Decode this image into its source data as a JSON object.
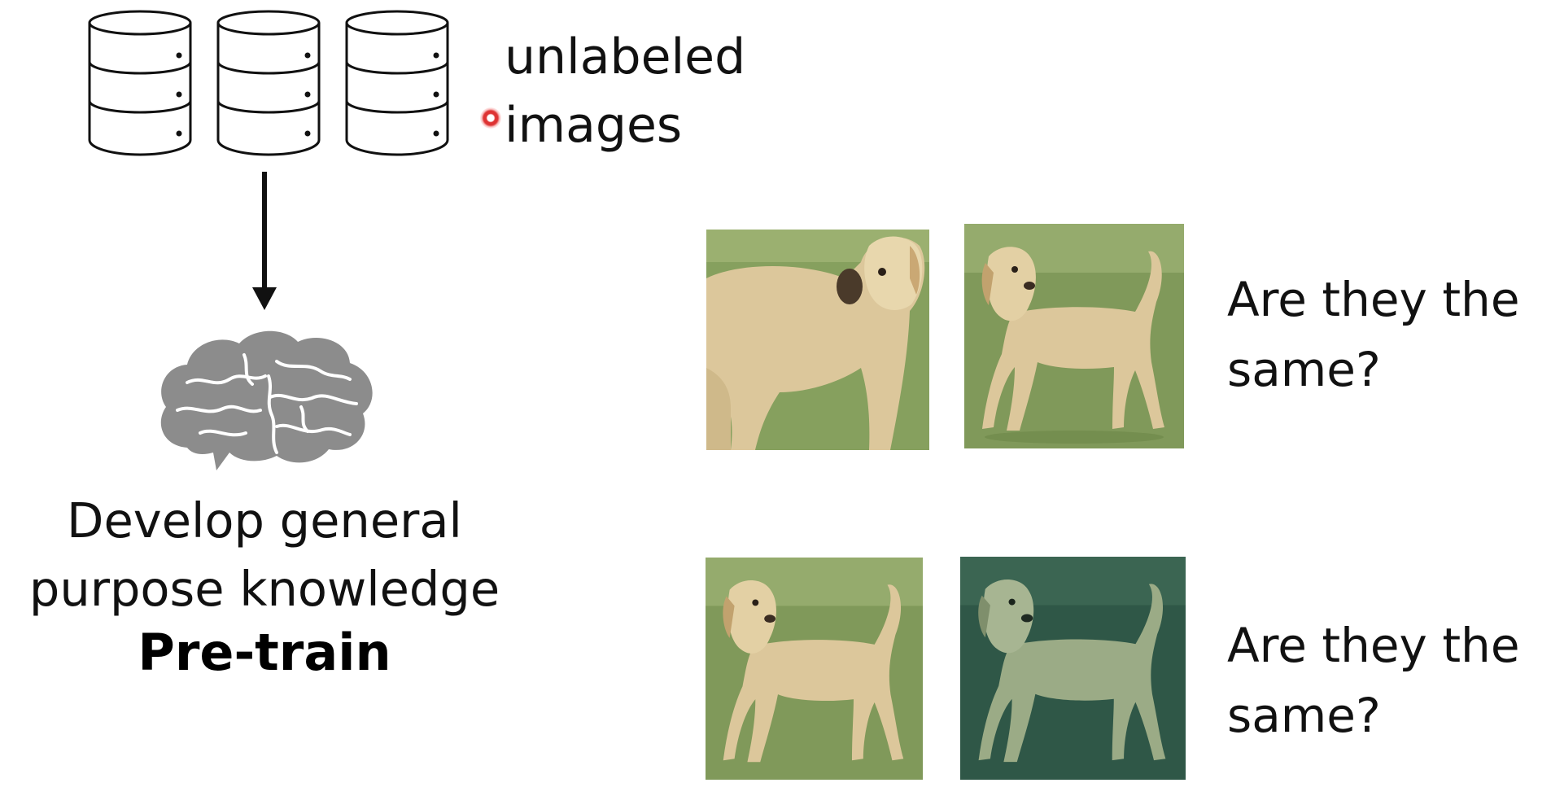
{
  "pretrain": {
    "data_label_line1": "unlabeled",
    "data_label_line2": "images",
    "caption_line1": "Develop general",
    "caption_line2": "purpose knowledge",
    "stage_title": "Pre-train"
  },
  "pairs": [
    {
      "question_line1": "Are they the",
      "question_line2": "same?"
    },
    {
      "question_line1": "Are they the",
      "question_line2": "same?"
    }
  ],
  "icons": {
    "database": "database-icon",
    "brain": "brain-icon",
    "arrow": "arrow-down-icon",
    "dog": "dog-photo"
  },
  "colors": {
    "brain": "#8c8c8c",
    "grass": "#7f9a55",
    "grass_tinted": "#2f5747",
    "dog_fur": "#dcc79b",
    "pointer": "#dc2828"
  }
}
